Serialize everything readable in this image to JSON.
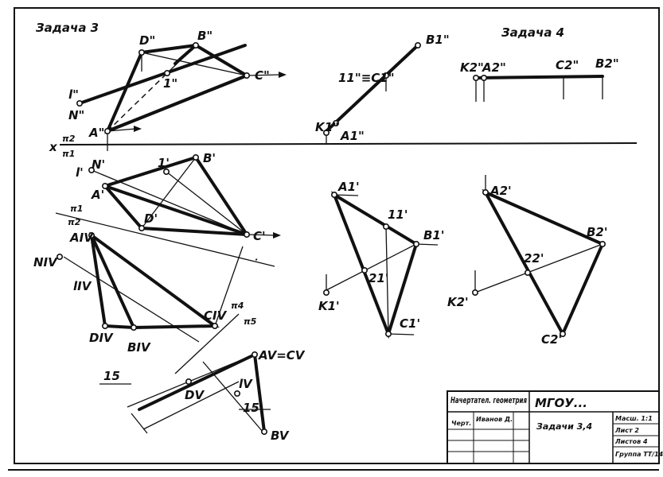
{
  "tasks": {
    "task3": "Задача 3",
    "task4": "Задача 4"
  },
  "axis": {
    "x": "x",
    "pi2": "π2",
    "pi1": "π1"
  },
  "labels": {
    "D2": "D\"",
    "B2": "B\"",
    "C2": "C\"",
    "A2": "A\"",
    "one2": "1\"",
    "l2": "l\"",
    "N2": "N\"",
    "B1s2": "B1\"",
    "one1eqC1": "11\"≡C1\"",
    "K1s2": "K1\"",
    "A1s2": "A1\"",
    "K2s2": "K2\"",
    "A2s2": "A2\"",
    "C2s2": "C2\"",
    "B2s2": "B2\"",
    "l1": "l'",
    "N1": "N'",
    "one1": "1'",
    "B1": "B'",
    "A1": "A'",
    "D1": "D'",
    "C1": "C'",
    "pi1b": "π1",
    "pi2b": "π2",
    "AIV": "AIV",
    "NIV": "NIV",
    "lIV": "lIV",
    "DIV": "DIV",
    "BIV": "BIV",
    "CIV": "CIV",
    "pi4": "π4",
    "pi5": "π5",
    "AVeqCV": "AV=CV",
    "DV": "DV",
    "lV": "lV",
    "BV": "BV",
    "dim15a": "15",
    "dim15b": "15",
    "A1p": "A1'",
    "one1p": "11'",
    "B1p": "B1'",
    "two1p": "21'",
    "K1p": "K1'",
    "C1p": "C1'",
    "A2p": "A2'",
    "B2p": "B2'",
    "two2p": "22'",
    "K2p": "K2'",
    "C2p": "C2'"
  },
  "stamp": {
    "discipline": "Начертател. геометрия",
    "org": "МГОУ...",
    "drawn_by_label": "Черт.",
    "drawn_by_name": "Иванов Д.",
    "title": "Задачи 3,4",
    "format": "Масш. 1:1",
    "sheet": "Лист 2",
    "sheets": "Листов 4",
    "group": "Группа ТТ/14"
  }
}
